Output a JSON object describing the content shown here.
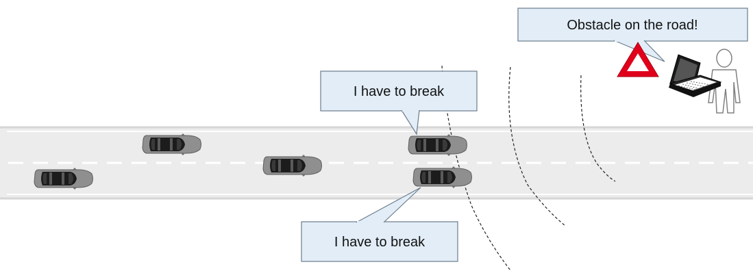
{
  "callouts": {
    "obstacle_warning": "Obstacle on the road!",
    "upper_car_message": "I have to break",
    "lower_car_message": "I have to break"
  },
  "colors": {
    "road": "#ececec",
    "road_edge": "#d4d4d4",
    "lane_marking": "#ffffff",
    "callout_fill": "#e2edf7",
    "callout_stroke": "#6b7c8c",
    "warning_red": "#e0001b",
    "car_body": "#8c8c8c",
    "car_glass": "#1a1a1a"
  },
  "icons": {
    "warning_sign": "warning-triangle-icon",
    "laptop": "laptop-icon",
    "person": "person-icon",
    "car": "car-icon"
  }
}
